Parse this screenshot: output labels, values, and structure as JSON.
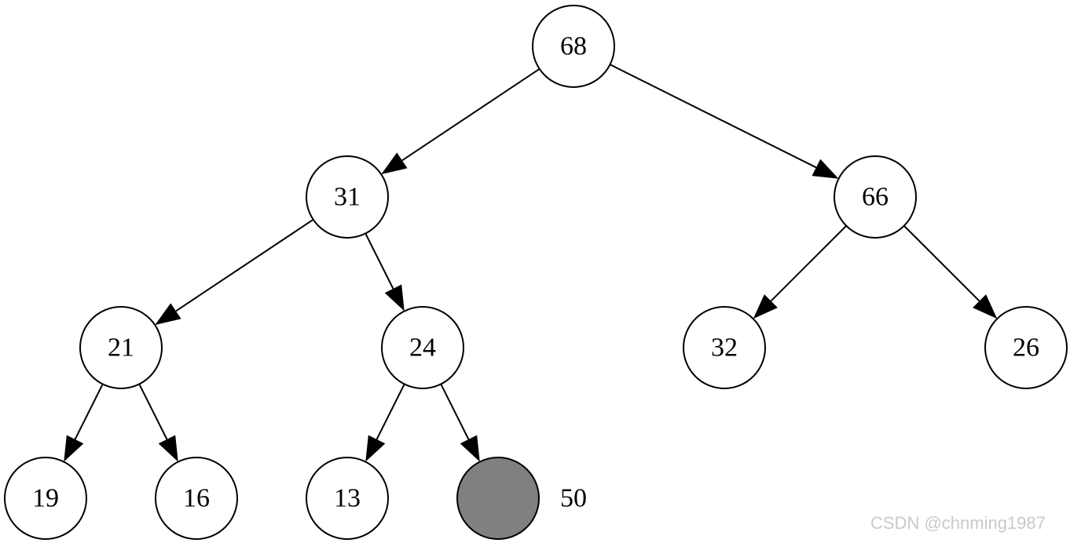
{
  "diagram": {
    "type": "binary-heap-tree",
    "colors": {
      "background": "#ffffff",
      "edge": "#000000",
      "node_fill": "#ffffff",
      "highlight_fill": "#808080",
      "node_stroke": "#000000"
    },
    "nodes": [
      {
        "id": "n68",
        "label": "68"
      },
      {
        "id": "n31",
        "label": "31"
      },
      {
        "id": "n66",
        "label": "66"
      },
      {
        "id": "n21",
        "label": "21"
      },
      {
        "id": "n24",
        "label": "24"
      },
      {
        "id": "n32",
        "label": "32"
      },
      {
        "id": "n26",
        "label": "26"
      },
      {
        "id": "n19",
        "label": "19"
      },
      {
        "id": "n16",
        "label": "16"
      },
      {
        "id": "n13",
        "label": "13"
      },
      {
        "id": "nNew",
        "label": "",
        "highlighted": true
      }
    ],
    "edges": [
      {
        "from": "n68",
        "to": "n31"
      },
      {
        "from": "n68",
        "to": "n66"
      },
      {
        "from": "n31",
        "to": "n21"
      },
      {
        "from": "n31",
        "to": "n24"
      },
      {
        "from": "n66",
        "to": "n32"
      },
      {
        "from": "n66",
        "to": "n26"
      },
      {
        "from": "n21",
        "to": "n19"
      },
      {
        "from": "n21",
        "to": "n16"
      },
      {
        "from": "n24",
        "to": "n13"
      },
      {
        "from": "n24",
        "to": "nNew"
      }
    ],
    "new_value_label": "50"
  },
  "watermark": "CSDN @chnming1987"
}
